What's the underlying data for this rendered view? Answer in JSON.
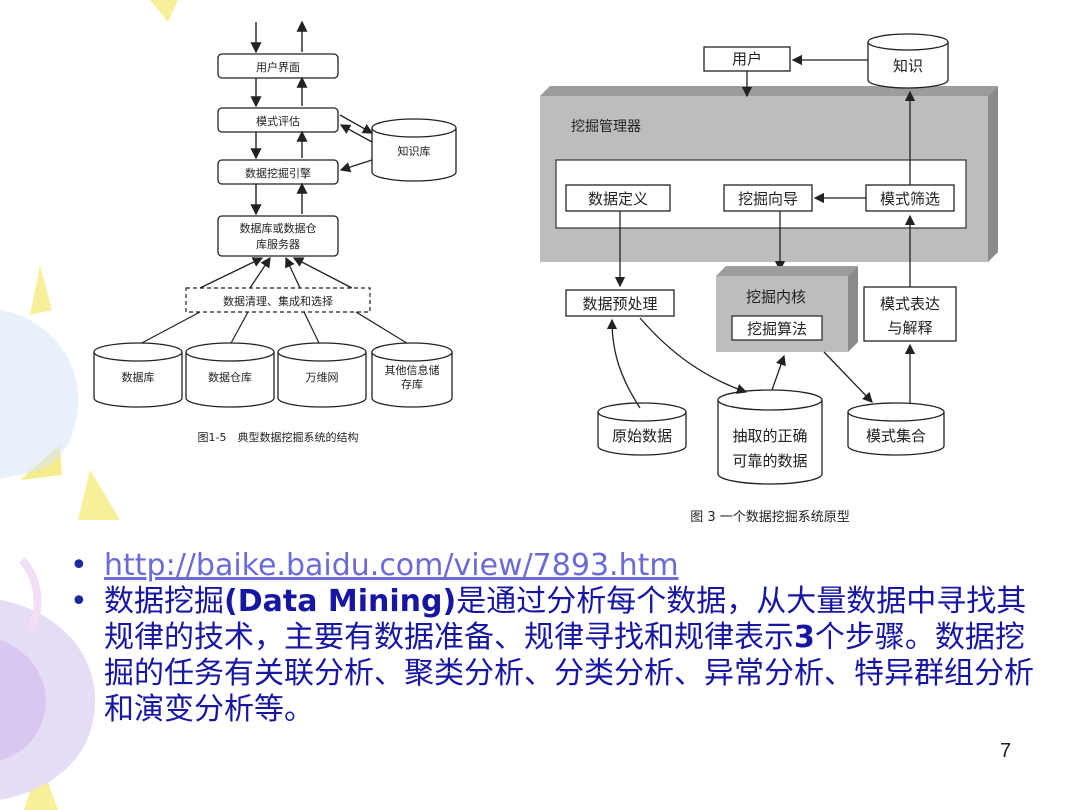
{
  "left_diagram": {
    "nodes": {
      "ui": "用户界面",
      "eval": "模式评估",
      "kb": "知识库",
      "engine": "数据挖掘引擎",
      "server_l1": "数据库或数据仓",
      "server_l2": "库服务器",
      "cleaning": "数据清理、集成和选择",
      "db": "数据库",
      "dw": "数据仓库",
      "web": "万维网",
      "other_l1": "其他信息储",
      "other_l2": "存库"
    },
    "caption": "图1-5　典型数据挖掘系统的结构"
  },
  "right_diagram": {
    "nodes": {
      "user": "用户",
      "knowledge": "知识",
      "manager": "挖掘管理器",
      "define": "数据定义",
      "guide": "挖掘向导",
      "filter": "模式筛选",
      "preprocess": "数据预处理",
      "kernel": "挖掘内核",
      "algorithm": "挖掘算法",
      "express_l1": "模式表达",
      "express_l2": "与解释",
      "raw": "原始数据",
      "extract_l1": "抽取的正确",
      "extract_l2": "可靠的数据",
      "patterns": "模式集合"
    },
    "caption": "图 3 一个数据挖掘系统原型"
  },
  "bullets": {
    "link": "http://baike.baidu.com/view/7893.htm",
    "text_prefix": "数据挖掘",
    "text_bold": "(Data Mining)",
    "text_mid": "是通过分析每个数据，从大量数据中寻找其规律的技术，主要有数据准备、规律寻找和规律表示",
    "text_bold2": "3",
    "text_suffix": "个步骤。数据挖掘的任务有关联分析、聚类分析、分类分析、异常分析、特异群组分析和演变分析等。"
  },
  "page_number": "7",
  "colors": {
    "text_blue": "#1616a3",
    "link": "#6b6bd6",
    "panel_gray": "#bdbdbd",
    "decor_yellow": "#f7ef9a",
    "decor_lavender": "#e6dcf5"
  }
}
